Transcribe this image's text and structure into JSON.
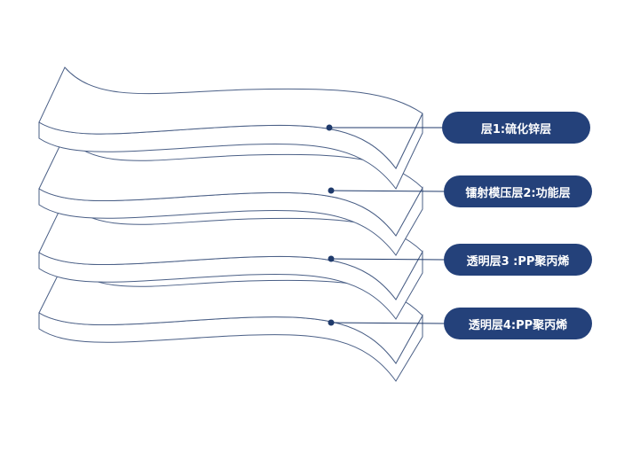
{
  "colors": {
    "accent": "#24417a",
    "line": "#4a5f86",
    "background": "#ffffff"
  },
  "layers": [
    {
      "label": "层1:硫化锌层"
    },
    {
      "label": "镭射模压层2:功能层"
    },
    {
      "label": "透明层3 :PP聚丙烯"
    },
    {
      "label": "透明层4:PP聚丙烯"
    }
  ]
}
